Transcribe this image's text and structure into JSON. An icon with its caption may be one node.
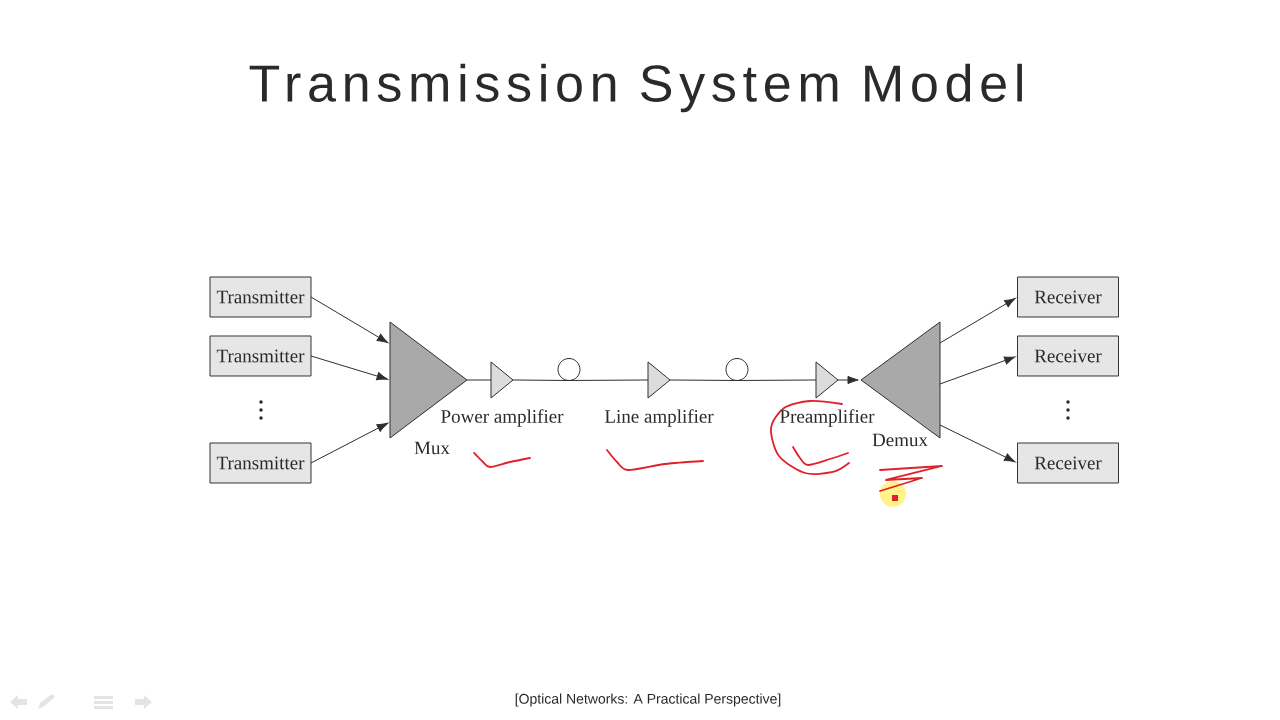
{
  "diagram": {
    "title": "Transmission System Model",
    "caption": "[Optical Networks: A Practical Perspective]",
    "nodes": [
      {
        "text": [
          "Transmitter"
        ]
      },
      {
        "text": [
          "Transmitter"
        ]
      },
      {
        "text": [
          "Transmitter"
        ]
      },
      {
        "text": [
          "Mux"
        ]
      },
      {
        "text": [
          "Power amplifier"
        ]
      },
      {
        "text": [],
        "shape": "circle"
      },
      {
        "text": [
          "Line amplifier"
        ]
      },
      {
        "text": [],
        "shape": "circle"
      },
      {
        "text": [
          "Preamplifier"
        ]
      },
      {
        "text": [
          "Demux"
        ]
      },
      {
        "text": [
          "Receiver"
        ]
      },
      {
        "text": [
          "Receiver"
        ]
      },
      {
        "text": [
          "Receiver"
        ]
      }
    ],
    "edges": [
      {
        "from": 0,
        "to": 3,
        "arrow": "to"
      },
      {
        "from": 1,
        "to": 3,
        "arrow": "to"
      },
      {
        "from": 2,
        "to": 3,
        "arrow": "to"
      },
      {
        "from": 3,
        "to": 4,
        "arrow": "none"
      },
      {
        "from": 4,
        "to": 5,
        "arrow": "none"
      },
      {
        "from": 5,
        "to": 6,
        "arrow": "none"
      },
      {
        "from": 6,
        "to": 7,
        "arrow": "none"
      },
      {
        "from": 7,
        "to": 8,
        "arrow": "none"
      },
      {
        "from": 8,
        "to": 9,
        "arrow": "to"
      },
      {
        "from": 9,
        "to": 10,
        "arrow": "to"
      },
      {
        "from": 9,
        "to": 11,
        "arrow": "to"
      },
      {
        "from": 9,
        "to": 12,
        "arrow": "to"
      }
    ]
  }
}
